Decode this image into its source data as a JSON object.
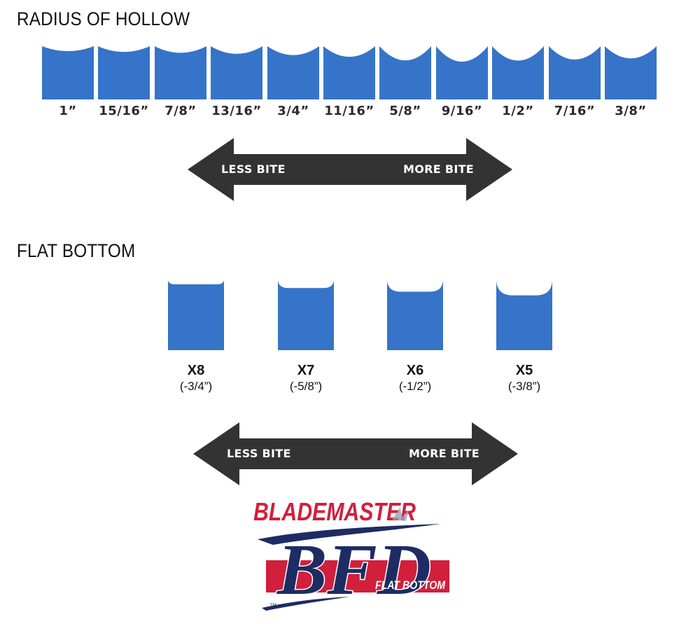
{
  "radius_of_hollow": {
    "title": "RADIUS OF HOLLOW",
    "blades": [
      {
        "label": "1”",
        "radius_in": 1.0
      },
      {
        "label": "15/16”",
        "radius_in": 0.9375
      },
      {
        "label": "7/8”",
        "radius_in": 0.875
      },
      {
        "label": "13/16”",
        "radius_in": 0.8125
      },
      {
        "label": "3/4”",
        "radius_in": 0.75
      },
      {
        "label": "11/16”",
        "radius_in": 0.6875
      },
      {
        "label": "5/8”",
        "radius_in": 0.625
      },
      {
        "label": "9/16”",
        "radius_in": 0.5625
      },
      {
        "label": "1/2”",
        "radius_in": 0.5
      },
      {
        "label": "7/16”",
        "radius_in": 0.4375
      },
      {
        "label": "3/8”",
        "radius_in": 0.375
      }
    ],
    "arrow": {
      "left_label": "LESS BITE",
      "right_label": "MORE BITE"
    }
  },
  "flat_bottom": {
    "title": "FLAT BOTTOM",
    "blades": [
      {
        "name": "X8",
        "equivalent": "(-3/4”)",
        "radius_in": 0.75
      },
      {
        "name": "X7",
        "equivalent": "(-5/8”)",
        "radius_in": 0.625
      },
      {
        "name": "X6",
        "equivalent": "(-1/2”)",
        "radius_in": 0.5
      },
      {
        "name": "X5",
        "equivalent": "(-3/8”)",
        "radius_in": 0.375
      }
    ],
    "arrow": {
      "left_label": "LESS BITE",
      "right_label": "MORE BITE"
    }
  },
  "logo": {
    "brand": "BLADEMASTER",
    "mark": "BFD",
    "tagline": "FLAT BOTTOM",
    "trademark": "TM"
  },
  "colors": {
    "blade_blue": "#3574c8",
    "arrow_dark": "#333333",
    "brand_red": "#d11f3c",
    "brand_navy": "#1d2c63"
  }
}
